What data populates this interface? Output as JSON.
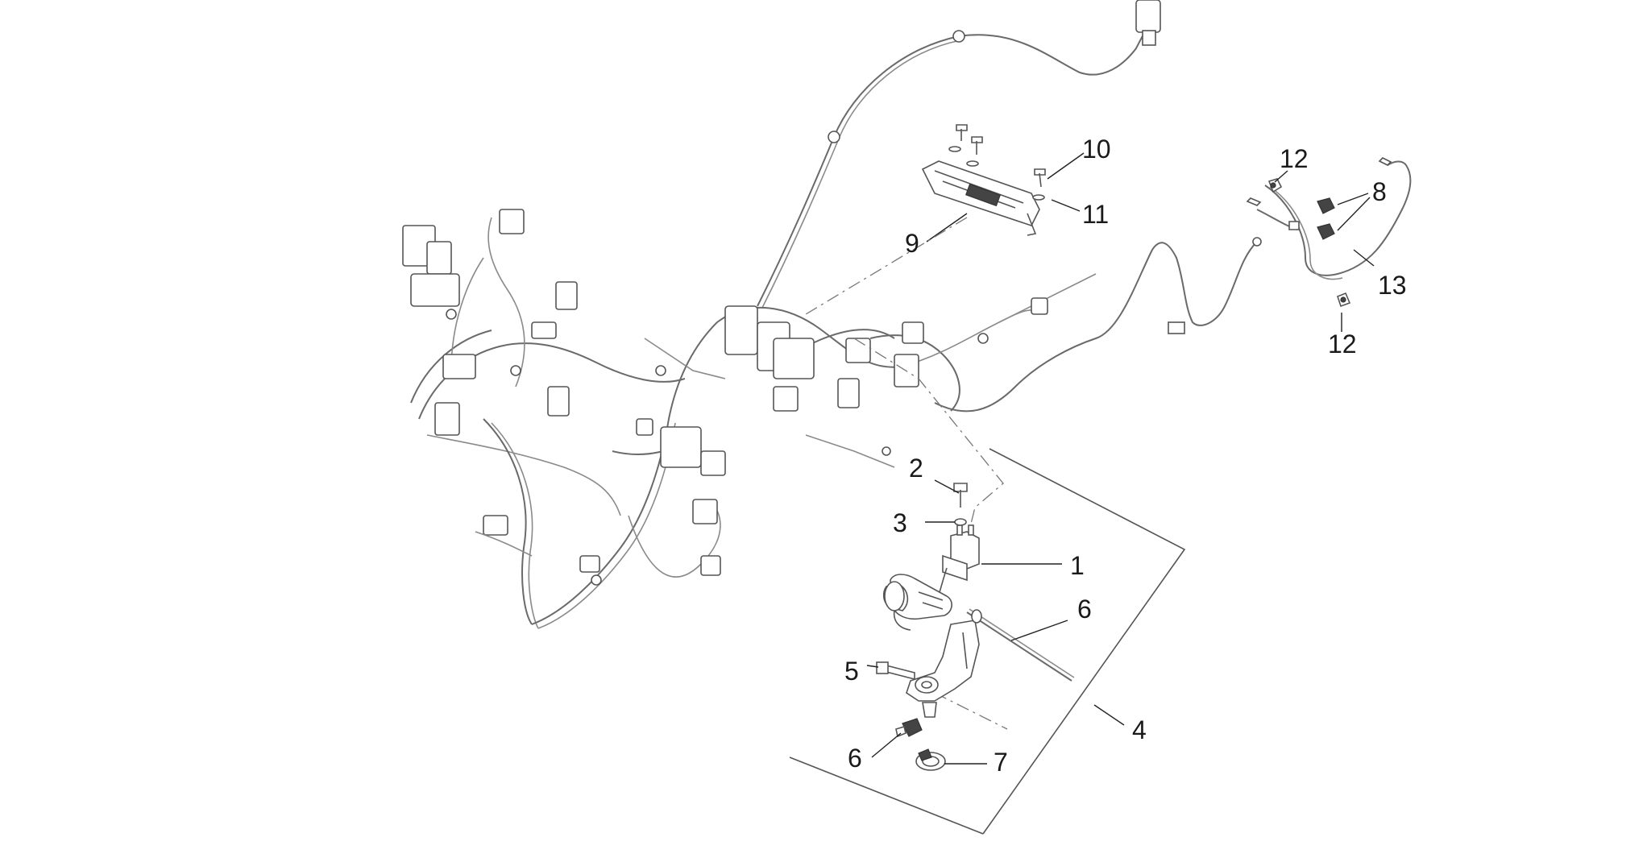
{
  "callouts": {
    "c1": "1",
    "c2": "2",
    "c3": "3",
    "c4": "4",
    "c5": "5",
    "c6a": "6",
    "c6b": "6",
    "c7": "7",
    "c8": "8",
    "c9": "9",
    "c10": "10",
    "c11": "11",
    "c12a": "12",
    "c12b": "12",
    "c13": "13"
  }
}
